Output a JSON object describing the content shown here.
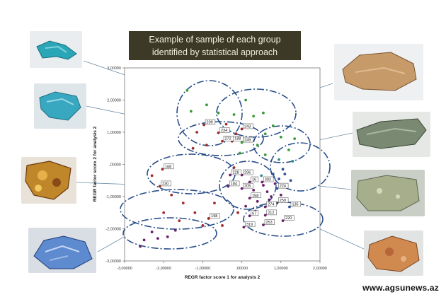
{
  "title": {
    "line1": "Example of sample of each group",
    "line2": "identified by statistical approach"
  },
  "chart_data": {
    "type": "scatter",
    "xlabel": "REGR factor score   1 for analysis 2",
    "ylabel": "REGR factor score   2 for analysis 2",
    "xlim": [
      -3.0,
      2.0
    ],
    "ylim": [
      -3.0,
      3.0
    ],
    "x_ticks": [
      "-3,00000",
      "-2,00000",
      "-1,00000",
      ",00000",
      "1,00000",
      "2,00000"
    ],
    "y_ticks": [
      "3,00000",
      "2,00000",
      "1,00000",
      ",00000",
      "-1,00000",
      "-2,00000",
      "-3,00000"
    ],
    "grid": false,
    "groups_colors": {
      "green": "#3a9a3a",
      "red": "#a02a2a",
      "purple": "#6a1f6a",
      "blue": "#2c4f9a",
      "teal": "#2f8f8f"
    },
    "points": [
      {
        "x": -0.97,
        "y": 1.23,
        "g": "red",
        "label": "209"
      },
      {
        "x": -0.6,
        "y": 0.98,
        "g": "red",
        "label": "234"
      },
      {
        "x": 0.0,
        "y": 1.1,
        "g": "red",
        "label": "243"
      },
      {
        "x": -0.5,
        "y": 0.72,
        "g": "red",
        "label": "272"
      },
      {
        "x": -0.25,
        "y": 0.72,
        "g": "red",
        "label": "188"
      },
      {
        "x": 0.0,
        "y": 0.68,
        "g": "green",
        "label": "249"
      },
      {
        "x": -2.03,
        "y": -0.15,
        "g": "red",
        "label": "168"
      },
      {
        "x": -2.1,
        "y": -0.68,
        "g": "red",
        "label": "230"
      },
      {
        "x": -0.3,
        "y": -0.33,
        "g": "purple",
        "label": "228"
      },
      {
        "x": 0.0,
        "y": -0.33,
        "g": "purple",
        "label": "296"
      },
      {
        "x": -0.35,
        "y": -0.68,
        "g": "purple",
        "label": "184"
      },
      {
        "x": 0.2,
        "y": -0.55,
        "g": "purple",
        "label": "16"
      },
      {
        "x": 0.52,
        "y": -0.55,
        "g": "purple",
        "label": "303"
      },
      {
        "x": 0.0,
        "y": -0.75,
        "g": "purple",
        "label": "205"
      },
      {
        "x": 0.9,
        "y": -0.75,
        "g": "blue",
        "label": "224"
      },
      {
        "x": 0.2,
        "y": -1.05,
        "g": "purple",
        "label": "158"
      },
      {
        "x": 0.6,
        "y": -1.32,
        "g": "purple",
        "label": "274"
      },
      {
        "x": 0.9,
        "y": -1.2,
        "g": "purple",
        "label": "259"
      },
      {
        "x": 1.22,
        "y": -1.32,
        "g": "blue",
        "label": "135"
      },
      {
        "x": 0.2,
        "y": -1.6,
        "g": "purple",
        "label": "67"
      },
      {
        "x": 0.6,
        "y": -1.58,
        "g": "purple",
        "label": "212"
      },
      {
        "x": 1.05,
        "y": -1.75,
        "g": "purple",
        "label": "220"
      },
      {
        "x": 0.05,
        "y": -1.95,
        "g": "purple",
        "label": "319"
      },
      {
        "x": 0.55,
        "y": -1.88,
        "g": "purple",
        "label": "253"
      },
      {
        "x": -0.85,
        "y": -1.68,
        "g": "red",
        "label": "198"
      },
      {
        "x": -1.4,
        "y": 2.3,
        "g": "green",
        "label": ""
      },
      {
        "x": -1.3,
        "y": 1.65,
        "g": "green",
        "label": ""
      },
      {
        "x": -0.9,
        "y": 1.85,
        "g": "green",
        "label": ""
      },
      {
        "x": -0.6,
        "y": 1.6,
        "g": "green",
        "label": ""
      },
      {
        "x": -0.2,
        "y": 1.55,
        "g": "green",
        "label": ""
      },
      {
        "x": 0.1,
        "y": 2.0,
        "g": "green",
        "label": ""
      },
      {
        "x": 0.3,
        "y": 1.5,
        "g": "green",
        "label": ""
      },
      {
        "x": 0.55,
        "y": 1.6,
        "g": "green",
        "label": ""
      },
      {
        "x": 0.8,
        "y": 1.2,
        "g": "green",
        "label": ""
      },
      {
        "x": 0.6,
        "y": 0.95,
        "g": "green",
        "label": ""
      },
      {
        "x": 1.0,
        "y": 0.85,
        "g": "green",
        "label": ""
      },
      {
        "x": 1.35,
        "y": 0.8,
        "g": "green",
        "label": ""
      },
      {
        "x": 1.2,
        "y": 0.45,
        "g": "green",
        "label": ""
      },
      {
        "x": 0.4,
        "y": 0.6,
        "g": "green",
        "label": ""
      },
      {
        "x": 0.25,
        "y": 1.15,
        "g": "green",
        "label": ""
      },
      {
        "x": -1.15,
        "y": 1.0,
        "g": "red",
        "label": ""
      },
      {
        "x": -0.9,
        "y": 0.6,
        "g": "red",
        "label": ""
      },
      {
        "x": -0.75,
        "y": 1.35,
        "g": "red",
        "label": ""
      },
      {
        "x": -0.4,
        "y": 1.25,
        "g": "red",
        "label": ""
      },
      {
        "x": -1.25,
        "y": 0.5,
        "g": "red",
        "label": ""
      },
      {
        "x": -0.15,
        "y": 0.95,
        "g": "red",
        "label": ""
      },
      {
        "x": -2.3,
        "y": -0.35,
        "g": "red",
        "label": ""
      },
      {
        "x": -1.8,
        "y": -0.95,
        "g": "red",
        "label": ""
      },
      {
        "x": -1.5,
        "y": -1.2,
        "g": "red",
        "label": ""
      },
      {
        "x": -1.2,
        "y": -1.5,
        "g": "red",
        "label": ""
      },
      {
        "x": -1.0,
        "y": -1.9,
        "g": "red",
        "label": ""
      },
      {
        "x": -1.6,
        "y": -1.75,
        "g": "red",
        "label": ""
      },
      {
        "x": -2.0,
        "y": -1.5,
        "g": "red",
        "label": ""
      },
      {
        "x": -0.7,
        "y": -1.2,
        "g": "red",
        "label": ""
      },
      {
        "x": -0.5,
        "y": -1.9,
        "g": "red",
        "label": ""
      },
      {
        "x": -2.5,
        "y": -2.35,
        "g": "purple",
        "label": ""
      },
      {
        "x": -2.3,
        "y": -2.1,
        "g": "purple",
        "label": ""
      },
      {
        "x": -2.15,
        "y": -2.3,
        "g": "purple",
        "label": ""
      },
      {
        "x": -1.9,
        "y": -2.25,
        "g": "purple",
        "label": ""
      },
      {
        "x": -1.7,
        "y": -2.05,
        "g": "purple",
        "label": ""
      },
      {
        "x": -2.6,
        "y": -2.55,
        "g": "purple",
        "label": ""
      },
      {
        "x": 0.3,
        "y": -0.8,
        "g": "purple",
        "label": ""
      },
      {
        "x": 0.45,
        "y": -0.95,
        "g": "purple",
        "label": ""
      },
      {
        "x": 0.65,
        "y": -0.85,
        "g": "purple",
        "label": ""
      },
      {
        "x": 0.75,
        "y": -1.0,
        "g": "purple",
        "label": ""
      },
      {
        "x": 0.85,
        "y": -0.6,
        "g": "purple",
        "label": ""
      },
      {
        "x": 0.55,
        "y": -0.65,
        "g": "purple",
        "label": ""
      },
      {
        "x": 0.4,
        "y": -1.15,
        "g": "purple",
        "label": ""
      },
      {
        "x": 0.7,
        "y": -1.1,
        "g": "purple",
        "label": ""
      },
      {
        "x": 1.0,
        "y": -0.95,
        "g": "purple",
        "label": ""
      },
      {
        "x": 0.95,
        "y": -0.45,
        "g": "blue",
        "label": ""
      },
      {
        "x": 1.1,
        "y": -0.3,
        "g": "blue",
        "label": ""
      },
      {
        "x": 1.25,
        "y": -0.5,
        "g": "blue",
        "label": ""
      },
      {
        "x": 1.05,
        "y": -0.15,
        "g": "blue",
        "label": ""
      },
      {
        "x": 0.8,
        "y": -0.3,
        "g": "blue",
        "label": ""
      },
      {
        "x": 1.15,
        "y": -0.7,
        "g": "teal",
        "label": ""
      },
      {
        "x": 0.5,
        "y": -0.35,
        "g": "teal",
        "label": ""
      },
      {
        "x": 0.1,
        "y": -1.3,
        "g": "purple",
        "label": ""
      },
      {
        "x": 0.35,
        "y": -1.45,
        "g": "purple",
        "label": ""
      },
      {
        "x": 0.8,
        "y": -1.5,
        "g": "purple",
        "label": ""
      },
      {
        "x": 0.3,
        "y": -1.85,
        "g": "purple",
        "label": ""
      },
      {
        "x": -0.1,
        "y": -1.5,
        "g": "red",
        "label": ""
      },
      {
        "x": -0.2,
        "y": -0.1,
        "g": "red",
        "label": ""
      },
      {
        "x": 0.15,
        "y": -0.2,
        "g": "purple",
        "label": ""
      },
      {
        "x": 0.95,
        "y": 0.15,
        "g": "teal",
        "label": ""
      },
      {
        "x": 1.3,
        "y": 0.1,
        "g": "teal",
        "label": ""
      },
      {
        "x": -0.05,
        "y": 0.35,
        "g": "green",
        "label": ""
      },
      {
        "x": 0.6,
        "y": 0.3,
        "g": "green",
        "label": ""
      }
    ]
  },
  "photos": [
    {
      "name": "turquoise-glazed-shard-small",
      "color": "#2aa6b6",
      "bg": "#e9edf0"
    },
    {
      "name": "turquoise-glazed-shard",
      "color": "#38a7c0",
      "bg": "#dfe6ea"
    },
    {
      "name": "amber-glazed-shard",
      "color": "#c0862a",
      "bg": "#e8e2d8"
    },
    {
      "name": "blue-glazed-shard",
      "color": "#5e8ad0",
      "bg": "#d9dde4"
    },
    {
      "name": "tan-pottery-shard",
      "color": "#c79a6a",
      "bg": "#eef0f2"
    },
    {
      "name": "green-grey-shard",
      "color": "#7a8a72",
      "bg": "#e6e8e6"
    },
    {
      "name": "pale-green-shard",
      "color": "#a6ae8c",
      "bg": "#c9cfc7"
    },
    {
      "name": "orange-pottery-shard",
      "color": "#d08a50",
      "bg": "#e2e3e3"
    }
  ],
  "watermark": "www.agsunews.az"
}
